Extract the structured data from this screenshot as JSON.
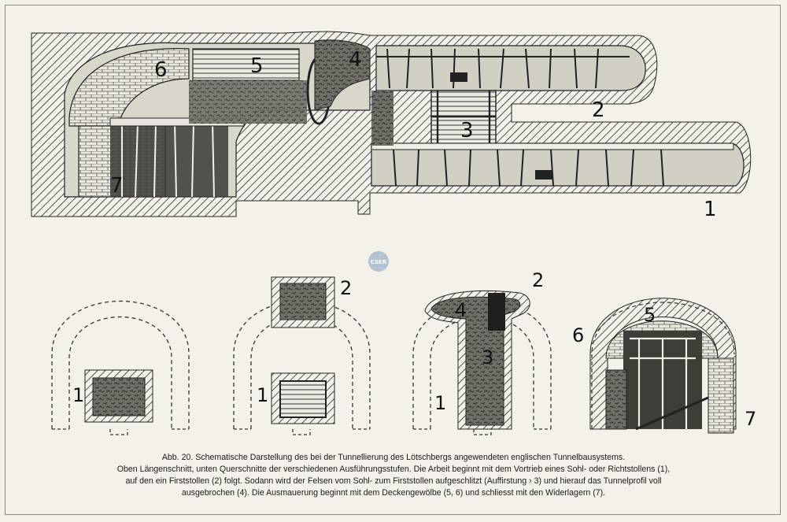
{
  "figure": {
    "labels": {
      "main_1": "1",
      "main_2": "2",
      "main_3": "3",
      "main_4": "4",
      "main_5": "5",
      "main_6": "6",
      "main_7": "7",
      "s1_1": "1",
      "s2_1": "1",
      "s2_2": "2",
      "s3_1": "1",
      "s3_2": "2",
      "s3_3": "3",
      "s3_4": "4",
      "s4_5": "5",
      "s4_6": "6",
      "s4_7": "7"
    },
    "watermark": "CSER"
  },
  "caption": {
    "line1": "Abb. 20.  Schematische Darstellung des bei der Tunnellierung des Lötschbergs angewendeten englischen Tunnelbausystems.",
    "line2": "Oben Längenschnitt, unten Querschnitte der verschiedenen Ausführungsstufen.  Die Arbeit beginnt mit dem Vortrieb eines Sohl- oder Richtstollens (1),",
    "line3": "auf den ein Firststollen (2) folgt.  Sodann wird der Felsen vom Sohl- zum Firststollen aufgeschlitzt (Auffirstung › 3) und hierauf das Tunnelprofil voll",
    "line4": "ausgebrochen (4).  Die Ausmauerung beginnt mit dem Deckengewölbe (5, 6) und schliesst mit den Widerlagern (7)."
  },
  "colors": {
    "paper": "#f3f1ea",
    "ink": "#1c1c1c"
  }
}
